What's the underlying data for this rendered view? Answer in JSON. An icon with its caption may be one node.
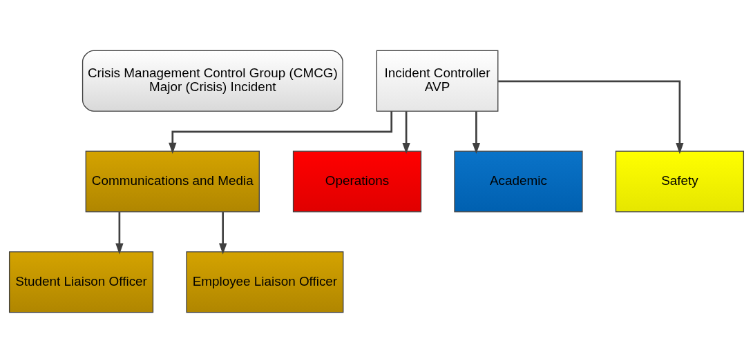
{
  "diagram": {
    "nodes": [
      {
        "text": [
          "Crisis Management Control Group (CMCG)",
          "Major (Crisis) Incident"
        ]
      },
      {
        "text": [
          "Incident Controller",
          "AVP"
        ]
      },
      {
        "text": [
          "Communications and Media"
        ]
      },
      {
        "text": [
          "Operations"
        ]
      },
      {
        "text": [
          "Academic"
        ]
      },
      {
        "text": [
          "Safety"
        ]
      },
      {
        "text": [
          "Student Liaison Officer"
        ]
      },
      {
        "text": [
          "Employee Liaison Officer"
        ]
      }
    ],
    "edges": [
      {
        "from": 1,
        "to": 2,
        "arrow": "to"
      },
      {
        "from": 1,
        "to": 3,
        "arrow": "to"
      },
      {
        "from": 1,
        "to": 4,
        "arrow": "to"
      },
      {
        "from": 1,
        "to": 5,
        "arrow": "to"
      },
      {
        "from": 2,
        "to": 6,
        "arrow": "to"
      },
      {
        "from": 2,
        "to": 7,
        "arrow": "to"
      }
    ]
  }
}
